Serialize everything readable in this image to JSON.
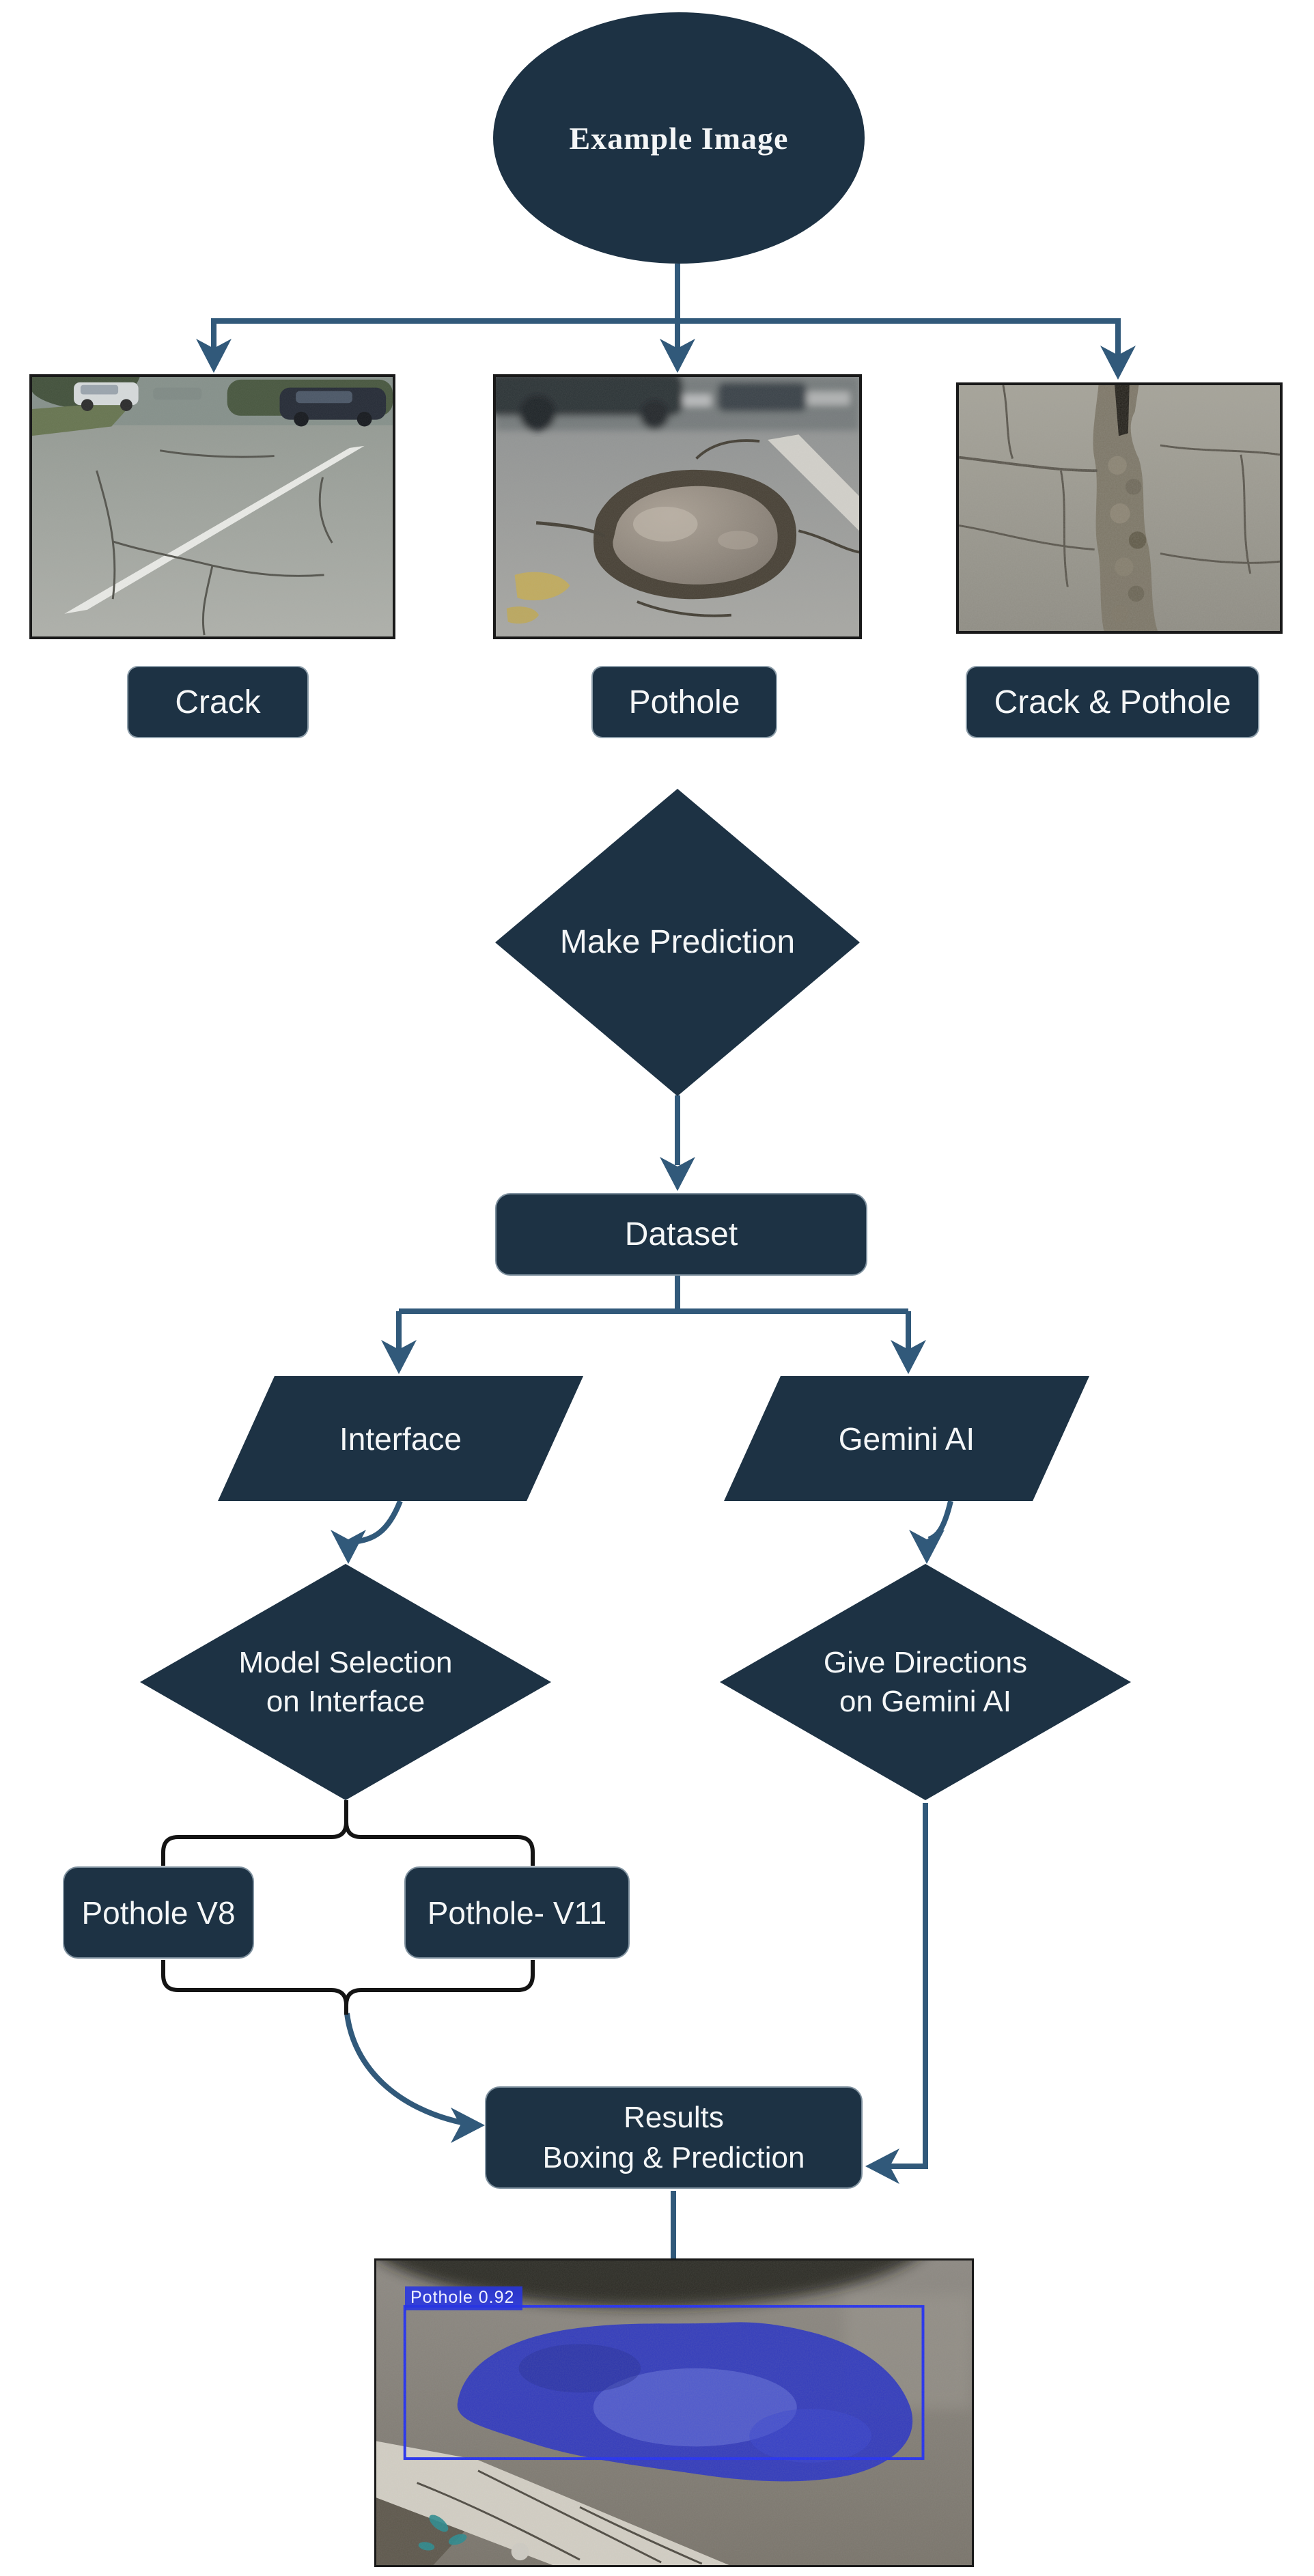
{
  "palette": {
    "shape_navy": "#1d3244",
    "connector_blue": "#31597a",
    "brace_black": "#141414",
    "mask_blue": "#2e38c0",
    "bbox_blue": "#2330f0",
    "text_white": "#f4f6f7"
  },
  "nodes": {
    "example_image": "Example Image",
    "make_prediction": "Make Prediction",
    "dataset": "Dataset",
    "interface": "Interface",
    "gemini_ai": "Gemini AI",
    "model_selection_line1": "Model Selection",
    "model_selection_line2": "on Interface",
    "give_directions_line1": "Give Directions",
    "give_directions_line2": "on Gemini AI",
    "pothole_v8": "Pothole V8",
    "pothole_v11": "Pothole- V11",
    "results_line1": "Results",
    "results_line2": "Boxing & Prediction"
  },
  "example_labels": [
    {
      "label": "Crack"
    },
    {
      "label": "Pothole"
    },
    {
      "label": "Crack & Pothole"
    }
  ],
  "result_image": {
    "detection_label": "Pothole 0.92"
  }
}
